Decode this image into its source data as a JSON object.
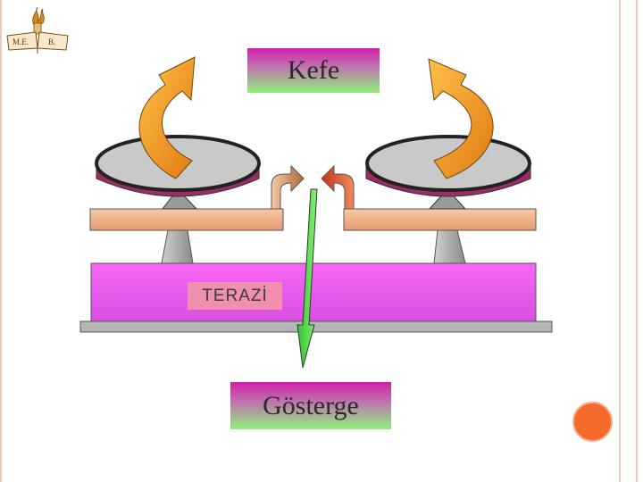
{
  "logo": {
    "left_text": "M.E.",
    "right_text": "B."
  },
  "labels": {
    "kefe": "Kefe",
    "terazi": "TERAZİ",
    "gosterge": "Gösterge"
  },
  "colors": {
    "base": "#ee55ee",
    "pan_top": "#c9c9c9",
    "pan_bottom": "#9e2a6a",
    "beam": "#f2b48d",
    "pointer": "#4ddd3c",
    "big_arrow": "#f39a2a",
    "accent_dot": "#f36a2a"
  }
}
